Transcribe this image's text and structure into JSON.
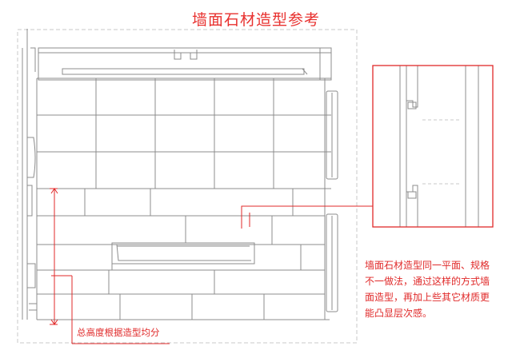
{
  "title": "墙面石材造型参考",
  "note_lines": [
    "墙面石材造型同一平面、规格",
    "不一做法，通过这样的方式墙",
    "面造型，再加上些其它材质更",
    "能凸显层次感。"
  ],
  "dimension_label": "总高度根据造型均分",
  "colors": {
    "annotation": "#e02a2a",
    "title": "#e8302e",
    "line": "#8c8c8c",
    "dash": "#c8c8c8"
  }
}
